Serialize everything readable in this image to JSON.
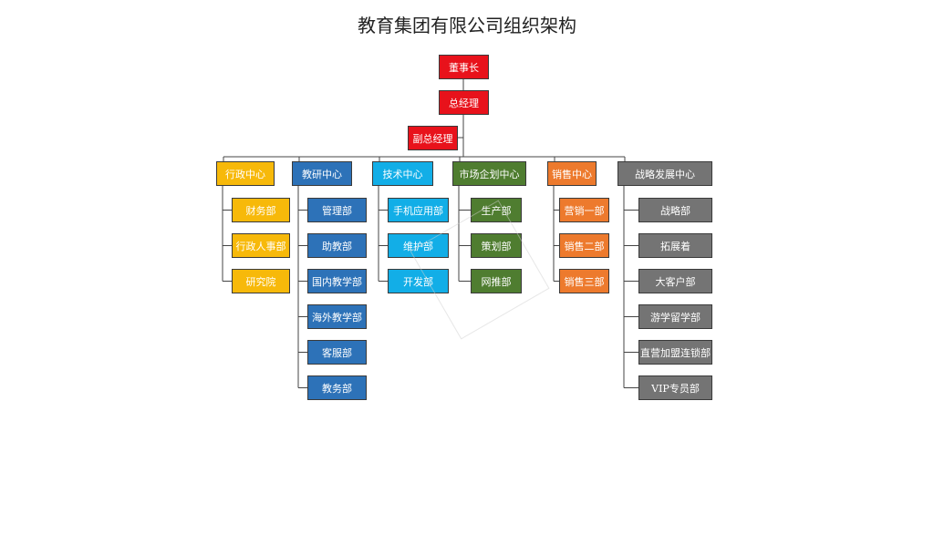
{
  "title": "教育集团有限公司组织架构",
  "colors": {
    "executive": "#e8121b",
    "admin": "#f7b90a",
    "research": "#2d72b8",
    "tech": "#12aee7",
    "marketing": "#4f7d30",
    "sales": "#ed7a2d",
    "strategy": "#747474",
    "line": "#444444"
  },
  "executives": [
    "董事长",
    "总经理",
    "副总经理"
  ],
  "centers": [
    {
      "key": "admin",
      "label": "行政中心",
      "children": [
        "财务部",
        "行政人事部",
        "研究院"
      ]
    },
    {
      "key": "research",
      "label": "教研中心",
      "children": [
        "管理部",
        "助教部",
        "国内教学部",
        "海外教学部",
        "客服部",
        "教务部"
      ]
    },
    {
      "key": "tech",
      "label": "技术中心",
      "children": [
        "手机应用部",
        "维护部",
        "开发部"
      ]
    },
    {
      "key": "marketing",
      "label": "市场企划中心",
      "children": [
        "生产部",
        "策划部",
        "网推部"
      ]
    },
    {
      "key": "sales",
      "label": "销售中心",
      "children": [
        "营销一部",
        "销售二部",
        "销售三部"
      ]
    },
    {
      "key": "strategy",
      "label": "战略发展中心",
      "children": [
        "战略部",
        "拓展着",
        "大客户部",
        "游学留学部",
        "直营加盟连锁部",
        "VIP专员部"
      ]
    }
  ]
}
